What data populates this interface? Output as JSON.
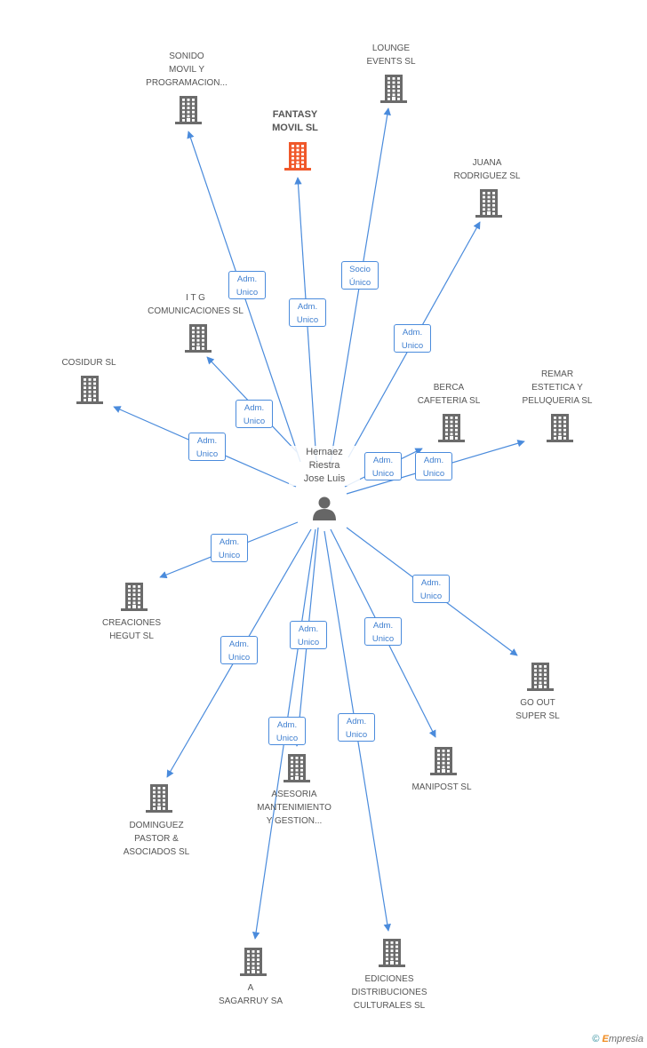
{
  "center": {
    "name": "Hernaez\nRiestra\nJose Luis",
    "icon": "person-icon"
  },
  "colors": {
    "edge": "#4a8bdc",
    "building": "#6b6b6b",
    "focus_building": "#f0582a",
    "text": "#555555"
  },
  "nodes": [
    {
      "id": "sonido",
      "name": "SONIDO\nMOVIL Y\nPROGRAMACION...",
      "focus": false
    },
    {
      "id": "lounge",
      "name": "LOUNGE\nEVENTS SL",
      "focus": false
    },
    {
      "id": "fantasy",
      "name": "FANTASY\nMOVIL SL",
      "focus": true
    },
    {
      "id": "juana",
      "name": "JUANA\nRODRIGUEZ SL",
      "focus": false
    },
    {
      "id": "itg",
      "name": "I T G\nCOMUNICACIONES SL",
      "focus": false
    },
    {
      "id": "cosidur",
      "name": "COSIDUR SL",
      "focus": false
    },
    {
      "id": "berca",
      "name": "BERCA\nCAFETERIA SL",
      "focus": false
    },
    {
      "id": "remar",
      "name": "REMAR\nESTETICA Y\nPELUQUERIA SL",
      "focus": false
    },
    {
      "id": "creaciones",
      "name": "CREACIONES\nHEGUT SL",
      "focus": false
    },
    {
      "id": "goout",
      "name": "GO OUT\nSUPER SL",
      "focus": false
    },
    {
      "id": "asesoria",
      "name": "ASESORIA\nMANTENIMIENTO\nY GESTION...",
      "focus": false
    },
    {
      "id": "manipost",
      "name": "MANIPOST SL",
      "focus": false
    },
    {
      "id": "dominguez",
      "name": "DOMINGUEZ\nPASTOR &\nASOCIADOS SL",
      "focus": false
    },
    {
      "id": "sagarruy",
      "name": "A\nSAGARRUY SA",
      "focus": false
    },
    {
      "id": "ediciones",
      "name": "EDICIONES\nDISTRIBUCIONES\nCULTURALES SL",
      "focus": false
    }
  ],
  "edges": [
    {
      "to": "sonido",
      "label": "Adm.\nUnico"
    },
    {
      "to": "fantasy",
      "label": "Adm.\nUnico"
    },
    {
      "to": "lounge",
      "label": "Socio\nÚnico"
    },
    {
      "to": "juana",
      "label": "Adm.\nUnico"
    },
    {
      "to": "itg",
      "label": "Adm.\nUnico"
    },
    {
      "to": "cosidur",
      "label": "Adm.\nUnico"
    },
    {
      "to": "berca",
      "label": "Adm.\nUnico"
    },
    {
      "to": "remar",
      "label": "Adm.\nUnico"
    },
    {
      "to": "creaciones",
      "label": "Adm.\nUnico"
    },
    {
      "to": "goout",
      "label": "Adm.\nUnico"
    },
    {
      "to": "dominguez",
      "label": "Adm.\nUnico"
    },
    {
      "to": "asesoria",
      "label": "Adm.\nUnico"
    },
    {
      "to": "sagarruy",
      "label": "Adm.\nUnico"
    },
    {
      "to": "manipost",
      "label": "Adm.\nUnico"
    },
    {
      "to": "ediciones",
      "label": "Adm.\nUnico"
    }
  ],
  "footer": {
    "copyright": "©",
    "brand_first": "E",
    "brand_rest": "mpresia"
  }
}
